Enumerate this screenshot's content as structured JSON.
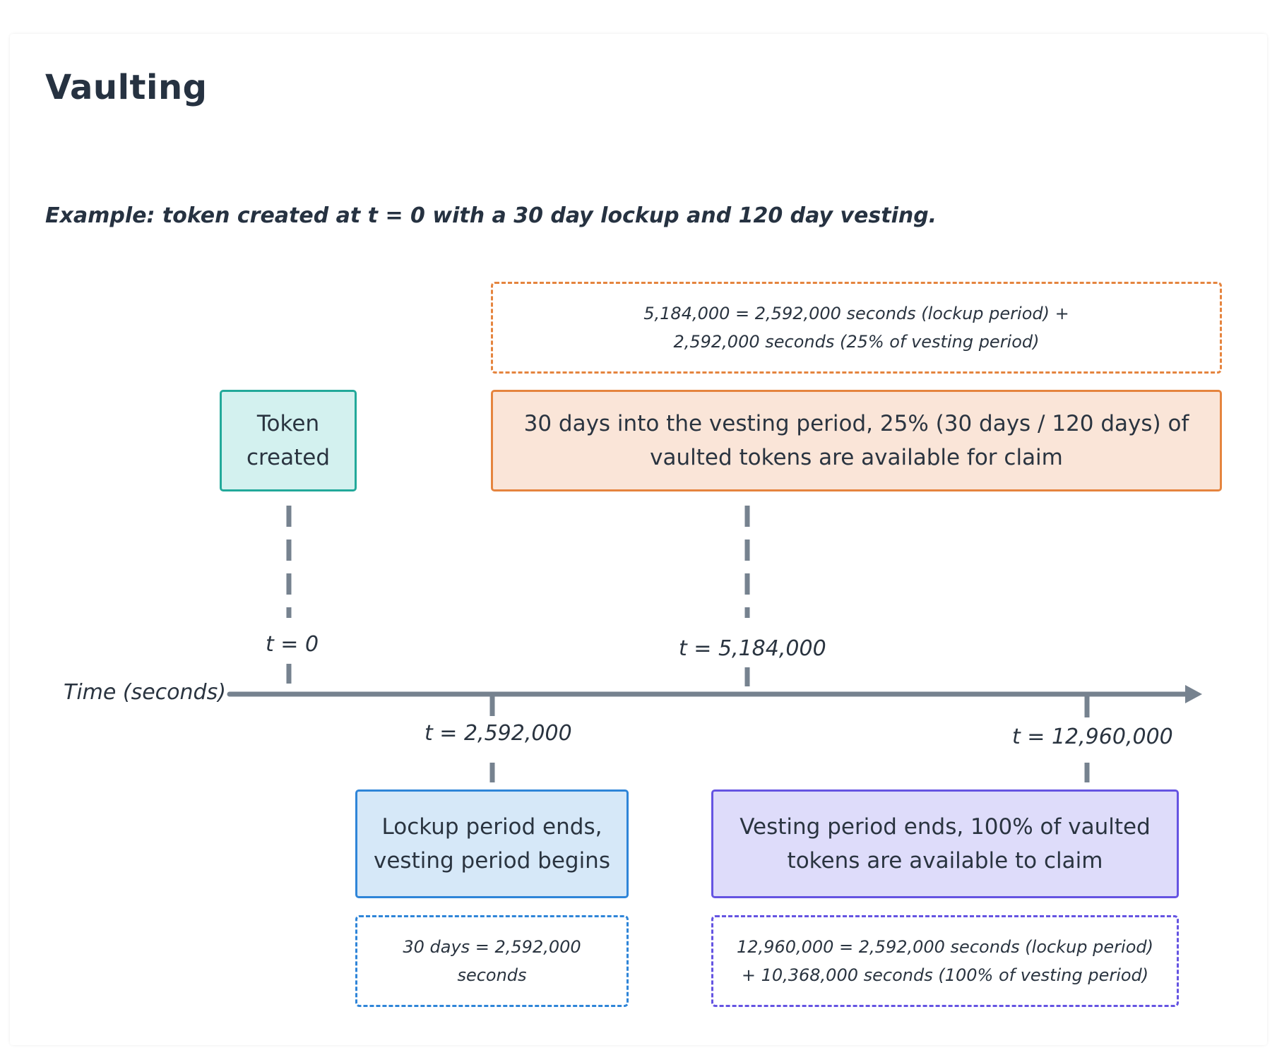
{
  "title": "Vaulting",
  "subtitle": "Example: token created at t = 0 with a 30 day lockup and 120 day vesting.",
  "axis_label": "Time (seconds)",
  "events": {
    "token_created": {
      "box_line1": "Token",
      "box_line2": "created",
      "time_label": "t = 0"
    },
    "vest25": {
      "box_line1": "30 days into the vesting period, 25% (30 days / 120 days) of",
      "box_line2": "vaulted tokens are available for claim",
      "note_line1": "5,184,000 = 2,592,000 seconds (lockup period) +",
      "note_line2": "2,592,000 seconds (25% of vesting period)",
      "time_label": "t = 5,184,000"
    },
    "lockup_end": {
      "box_line1": "Lockup period ends,",
      "box_line2": "vesting period begins",
      "note_line1": "30 days = 2,592,000",
      "note_line2": "seconds",
      "time_label": "t = 2,592,000"
    },
    "vest_end": {
      "box_line1": "Vesting period ends, 100% of vaulted",
      "box_line2": "tokens are available to claim",
      "note_line1": "12,960,000 = 2,592,000 seconds (lockup period)",
      "note_line2": "+ 10,368,000 seconds (100% of vesting period)",
      "time_label": "t = 12,960,000"
    }
  },
  "colors": {
    "teal": "#22a99a",
    "orange": "#e5843e",
    "blue": "#2f85d8",
    "purple": "#6554e2",
    "axis": "#76828f"
  }
}
